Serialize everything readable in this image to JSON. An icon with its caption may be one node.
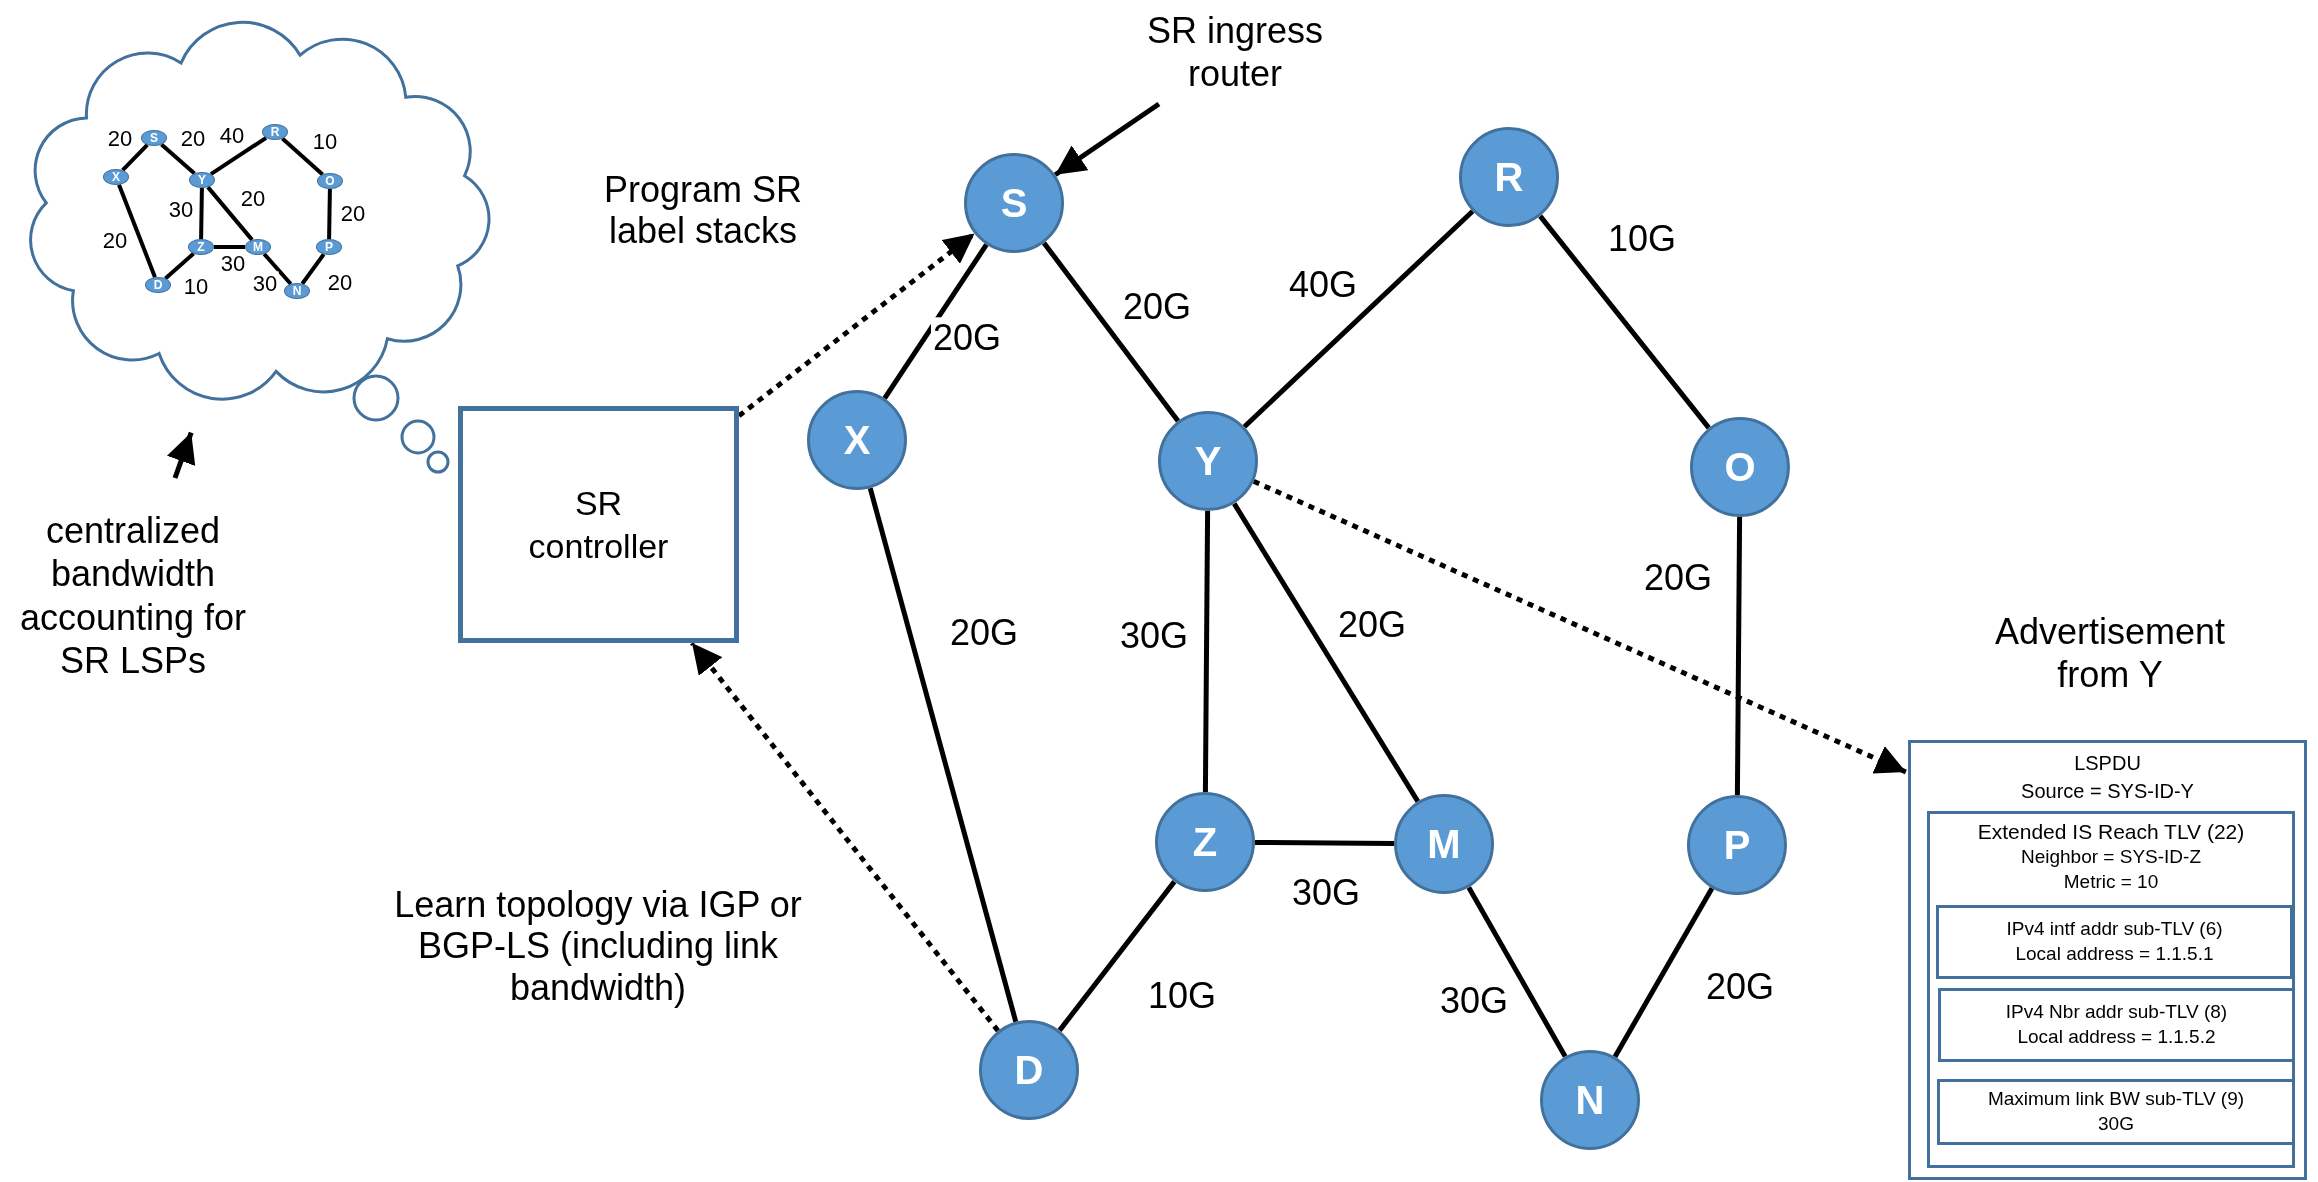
{
  "diagram": {
    "nodes": [
      {
        "text": [],
        "shape": "cloud"
      },
      {
        "text": [
          "S"
        ],
        "in": 0
      },
      {
        "text": [
          "R"
        ],
        "in": 0
      },
      {
        "text": [
          "X"
        ],
        "in": 0
      },
      {
        "text": [
          "Y"
        ],
        "in": 0
      },
      {
        "text": [
          "O"
        ],
        "in": 0
      },
      {
        "text": [
          "Z"
        ],
        "in": 0
      },
      {
        "text": [
          "M"
        ],
        "in": 0
      },
      {
        "text": [
          "P"
        ],
        "in": 0
      },
      {
        "text": [
          "D"
        ],
        "in": 0
      },
      {
        "text": [
          "N"
        ],
        "in": 0
      },
      {
        "text": [
          "centralized bandwidth accounting for SR LSPs"
        ]
      },
      {
        "text": [
          "SR controller"
        ]
      },
      {
        "text": [
          "SR ingress router"
        ]
      },
      {
        "text": [
          "S"
        ]
      },
      {
        "text": [
          "R"
        ]
      },
      {
        "text": [
          "X"
        ]
      },
      {
        "text": [
          "Y"
        ]
      },
      {
        "text": [
          "O"
        ]
      },
      {
        "text": [
          "Z"
        ]
      },
      {
        "text": [
          "M"
        ]
      },
      {
        "text": [
          "P"
        ]
      },
      {
        "text": [
          "D"
        ]
      },
      {
        "text": [
          "N"
        ]
      },
      {
        "text": [
          "Advertisement from Y",
          "LSPDU",
          "Source = SYS-ID-Y"
        ]
      },
      {
        "text": [
          "Extended IS Reach TLV (22)",
          "Neighbor = SYS-ID-Z",
          "Metric = 10"
        ],
        "in": 24
      },
      {
        "text": [
          "IPv4 intf addr sub-TLV (6)",
          "Local address = 1.1.5.1"
        ],
        "in": 25
      },
      {
        "text": [
          "IPv4 Nbr addr sub-TLV (8)",
          "Local address = 1.1.5.2"
        ],
        "in": 25
      },
      {
        "text": [
          "Maximum link BW sub-TLV (9)",
          "30G"
        ],
        "in": 25
      }
    ],
    "edges": [
      {
        "from": 1,
        "to": 3,
        "arrow": "none",
        "label": "20"
      },
      {
        "from": 1,
        "to": 4,
        "arrow": "none",
        "label": "20"
      },
      {
        "from": 4,
        "to": 2,
        "arrow": "none",
        "label": "40"
      },
      {
        "from": 2,
        "to": 5,
        "arrow": "none",
        "label": "10"
      },
      {
        "from": 3,
        "to": 9,
        "arrow": "none",
        "label": "20"
      },
      {
        "from": 4,
        "to": 6,
        "arrow": "none",
        "label": "30"
      },
      {
        "from": 4,
        "to": 7,
        "arrow": "none",
        "label": "20"
      },
      {
        "from": 5,
        "to": 8,
        "arrow": "none",
        "label": "20"
      },
      {
        "from": 6,
        "to": 7,
        "arrow": "none",
        "label": "30"
      },
      {
        "from": 6,
        "to": 9,
        "arrow": "none",
        "label": "10"
      },
      {
        "from": 7,
        "to": 10,
        "arrow": "none",
        "label": "30"
      },
      {
        "from": 8,
        "to": 10,
        "arrow": "none",
        "label": "20"
      },
      {
        "from": 14,
        "to": 16,
        "arrow": "none",
        "label": "20G"
      },
      {
        "from": 14,
        "to": 17,
        "arrow": "none",
        "label": "20G"
      },
      {
        "from": 17,
        "to": 15,
        "arrow": "none",
        "label": "40G"
      },
      {
        "from": 15,
        "to": 18,
        "arrow": "none",
        "label": "10G"
      },
      {
        "from": 16,
        "to": 22,
        "arrow": "none",
        "label": "20G"
      },
      {
        "from": 17,
        "to": 19,
        "arrow": "none",
        "label": "30G"
      },
      {
        "from": 17,
        "to": 20,
        "arrow": "none",
        "label": "20G"
      },
      {
        "from": 18,
        "to": 21,
        "arrow": "none",
        "label": "20G"
      },
      {
        "from": 19,
        "to": 20,
        "arrow": "none",
        "label": "30G"
      },
      {
        "from": 19,
        "to": 22,
        "arrow": "none",
        "label": "10G"
      },
      {
        "from": 20,
        "to": 23,
        "arrow": "none",
        "label": "30G"
      },
      {
        "from": 21,
        "to": 23,
        "arrow": "none",
        "label": "20G"
      },
      {
        "from": 11,
        "to": 0,
        "arrow": "to"
      },
      {
        "from": 13,
        "to": 14,
        "arrow": "to"
      },
      {
        "from": 12,
        "to": 14,
        "arrow": "to",
        "style": "dashed",
        "label": "Program SR label stacks"
      },
      {
        "from": 22,
        "to": 12,
        "arrow": "to",
        "style": "dashed",
        "label": "Learn topology via IGP or BGP-LS (including link bandwidth)"
      },
      {
        "from": 17,
        "to": 24,
        "arrow": "to",
        "style": "dashed"
      }
    ]
  }
}
